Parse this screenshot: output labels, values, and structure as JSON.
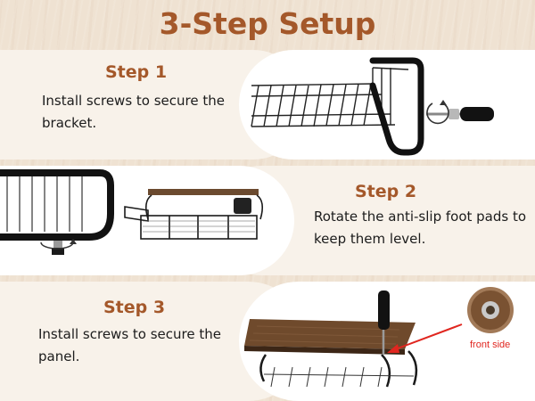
{
  "title": "3-Step Setup",
  "steps": [
    {
      "heading": "Step 1",
      "text": "Install screws to secure the bracket."
    },
    {
      "heading": "Step 2",
      "text": "Rotate the anti-slip foot pads to keep them level."
    },
    {
      "heading": "Step 3",
      "text": "Install screws to secure the panel."
    }
  ],
  "annotation": {
    "front_side_label": "front side"
  },
  "colors": {
    "heading": "#a4582a",
    "text": "#1c1c1c",
    "pill": "#f8f2ea",
    "annotation": "#e0261f",
    "background": "#efe2d2"
  }
}
